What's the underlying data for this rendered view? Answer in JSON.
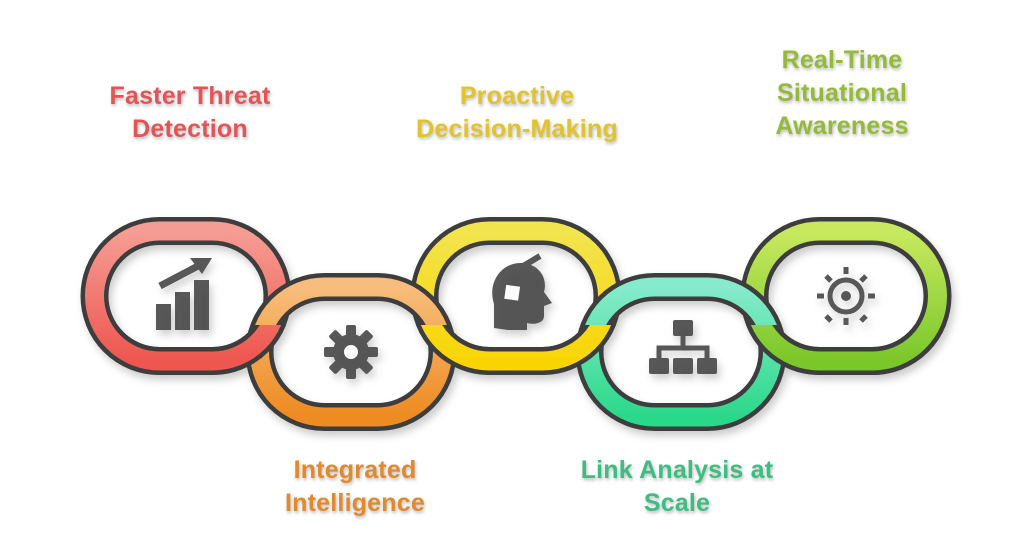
{
  "diagram": {
    "type": "chain-links-infographic",
    "background": "#ffffff",
    "outline_color": "#3E3E3E",
    "icon_color": "#4A4A4A"
  },
  "benefits": [
    {
      "label_lines": [
        "Faster Threat",
        "Detection"
      ],
      "label_color": "#E25456",
      "link_gradient": [
        "#F59D94",
        "#EE564F"
      ],
      "icon": "bar-chart-arrow-icon",
      "position": "top"
    },
    {
      "label_lines": [
        "Integrated",
        "Intelligence"
      ],
      "label_color": "#E0892D",
      "link_gradient": [
        "#F7BD7B",
        "#EE8B21"
      ],
      "icon": "gear-icon",
      "position": "bottom"
    },
    {
      "label_lines": [
        "Proactive",
        "Decision-Making"
      ],
      "label_color": "#E2C32C",
      "link_gradient": [
        "#F2E44E",
        "#F9D504"
      ],
      "icon": "head-gear-icon",
      "position": "top"
    },
    {
      "label_lines": [
        "Link Analysis at",
        "Scale"
      ],
      "label_color": "#3EBD82",
      "link_gradient": [
        "#86EBCB",
        "#2BD88A"
      ],
      "icon": "network-nodes-icon",
      "position": "bottom"
    },
    {
      "label_lines": [
        "Real-Time",
        "Situational",
        "Awareness"
      ],
      "label_color": "#95BA3B",
      "link_gradient": [
        "#C8E95E",
        "#7AC72B"
      ],
      "icon": "radar-target-icon",
      "position": "top"
    }
  ]
}
